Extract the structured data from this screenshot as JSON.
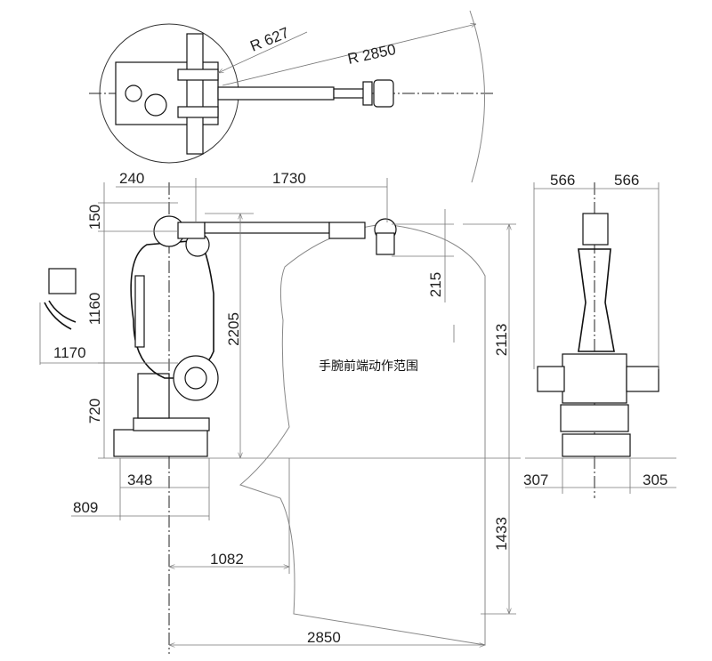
{
  "title": "Robot working range drawing",
  "top_view": {
    "r_small": "R 627",
    "r_large": "R 2850"
  },
  "side_view": {
    "dims": {
      "d240": "240",
      "d1730": "1730",
      "d150": "150",
      "d1160": "1160",
      "d720": "720",
      "d1170": "1170",
      "d2205": "2205",
      "d215": "215",
      "d2113": "2113",
      "d1433": "1433",
      "d348": "348",
      "d809": "809",
      "d1082": "1082",
      "d2850": "2850"
    },
    "envelope_label": "手腕前端动作范围"
  },
  "front_view": {
    "dims": {
      "left_566": "566",
      "right_566": "566",
      "left_307": "307",
      "right_305": "305"
    }
  }
}
